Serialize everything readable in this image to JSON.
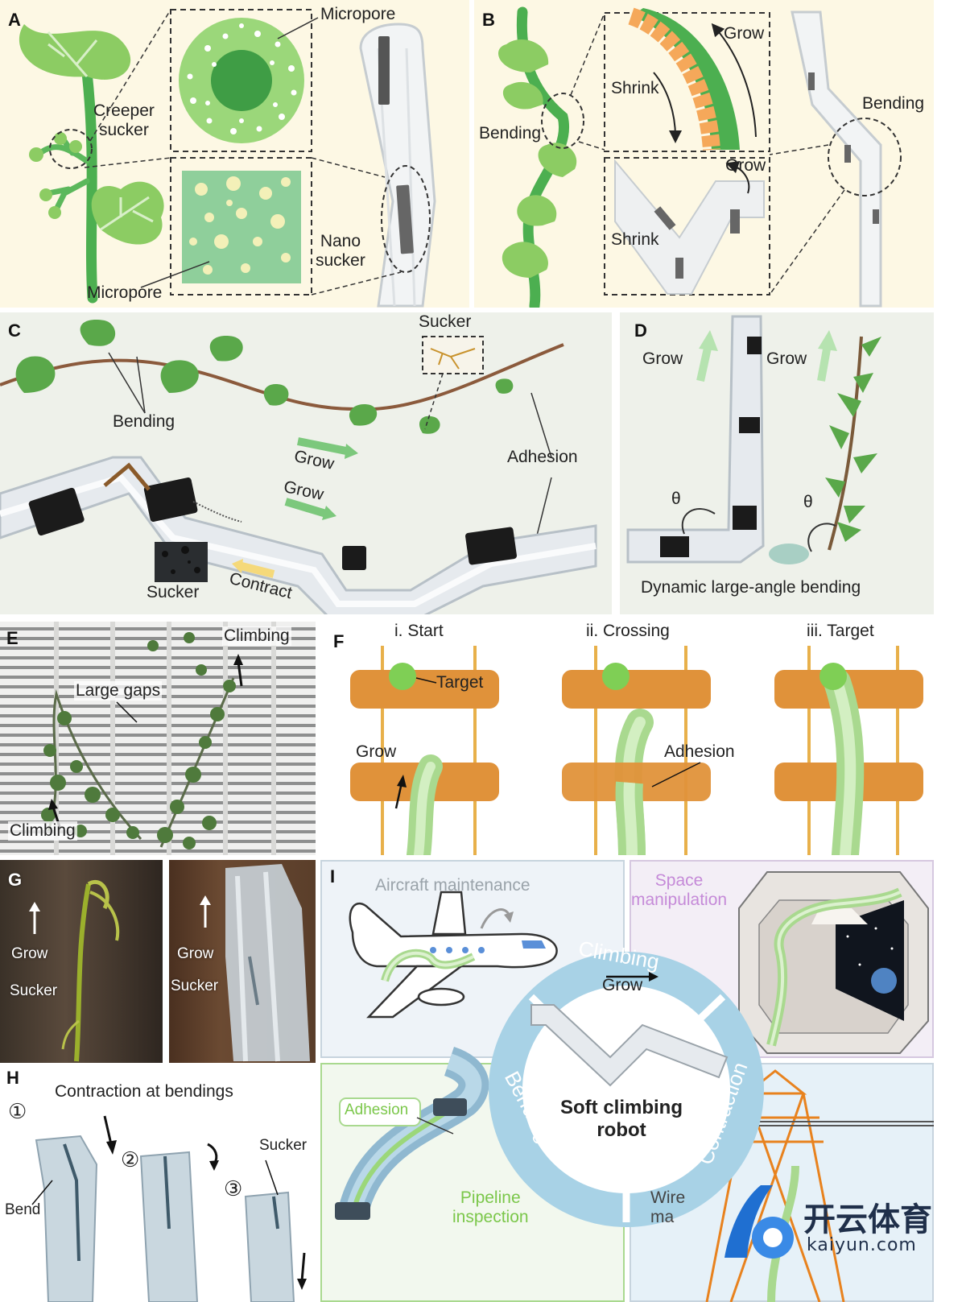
{
  "panels": {
    "A": {
      "label": "A",
      "micropore_top": "Micropore",
      "creeper_sucker": "Creeper\nsucker",
      "nano_sucker": "Nano\nsucker",
      "micropore_bottom": "Micropore"
    },
    "B": {
      "label": "B",
      "grow_top": "Grow",
      "shrink_top": "Shrink",
      "bending_left": "Bending",
      "grow_bottom": "Grow",
      "shrink_bottom": "Shrink",
      "bending_right": "Bending"
    },
    "C": {
      "label": "C",
      "sucker_top": "Sucker",
      "bending": "Bending",
      "grow1": "Grow",
      "grow2": "Grow",
      "adhesion": "Adhesion",
      "sucker_bottom": "Sucker",
      "contract": "Contract"
    },
    "D": {
      "label": "D",
      "grow_left": "Grow",
      "grow_right": "Grow",
      "theta1": "θ",
      "theta2": "θ",
      "caption": "Dynamic large-angle bending"
    },
    "E": {
      "label": "E",
      "climbing_top": "Climbing",
      "large_gaps": "Large gaps",
      "climbing_bottom": "Climbing"
    },
    "F": {
      "label": "F",
      "step1": "i. Start",
      "step2": "ii. Crossing",
      "step3": "iii. Target",
      "target": "Target",
      "grow": "Grow",
      "adhesion": "Adhesion"
    },
    "G": {
      "label": "G",
      "grow_left": "Grow",
      "sucker_left": "Sucker",
      "grow_right": "Grow",
      "sucker_right": "Sucker"
    },
    "H": {
      "label": "H",
      "title": "Contraction at bendings",
      "step1": "①",
      "step2": "②",
      "step3": "③",
      "bend": "Bend",
      "sucker": "Sucker"
    },
    "I": {
      "label": "I",
      "aircraft": "Aircraft maintenance",
      "space": "Space\nmanipulation",
      "climbing": "Climbing",
      "grow": "Grow",
      "bending": "Bending",
      "contraction": "Contraction",
      "center": "Soft climbing\nrobot",
      "adhesion": "Adhesion",
      "pipeline": "Pipeline\ninspection",
      "wire": "Wire\nma"
    }
  },
  "watermark": {
    "brand_cn": "开云体育",
    "brand_en": "kaiyun.com"
  },
  "colors": {
    "plant_green": "#4caf50",
    "light_green": "#9bd77a",
    "panel_cream": "#fdf9e8",
    "panel_gray": "#eef1ee",
    "wood": "#e0923a",
    "robot_blue": "#a8d2e6",
    "space_purple": "#c58ad8",
    "pipeline_green": "#7bc74a"
  }
}
